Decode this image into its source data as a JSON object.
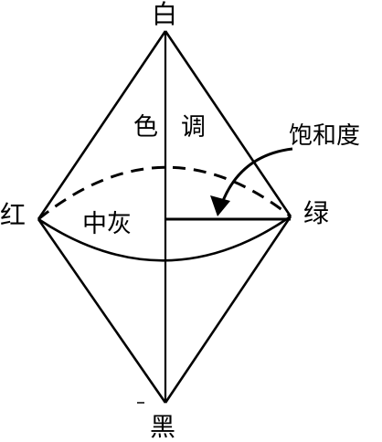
{
  "labels": {
    "white": "白",
    "black": "黑",
    "red": "红",
    "green": "绿",
    "mid_gray": "中灰",
    "saturation": "饱和度",
    "hue_char1": "色",
    "hue_char2": "调"
  },
  "colors": {
    "stroke": "#000000",
    "background": "#ffffff"
  }
}
